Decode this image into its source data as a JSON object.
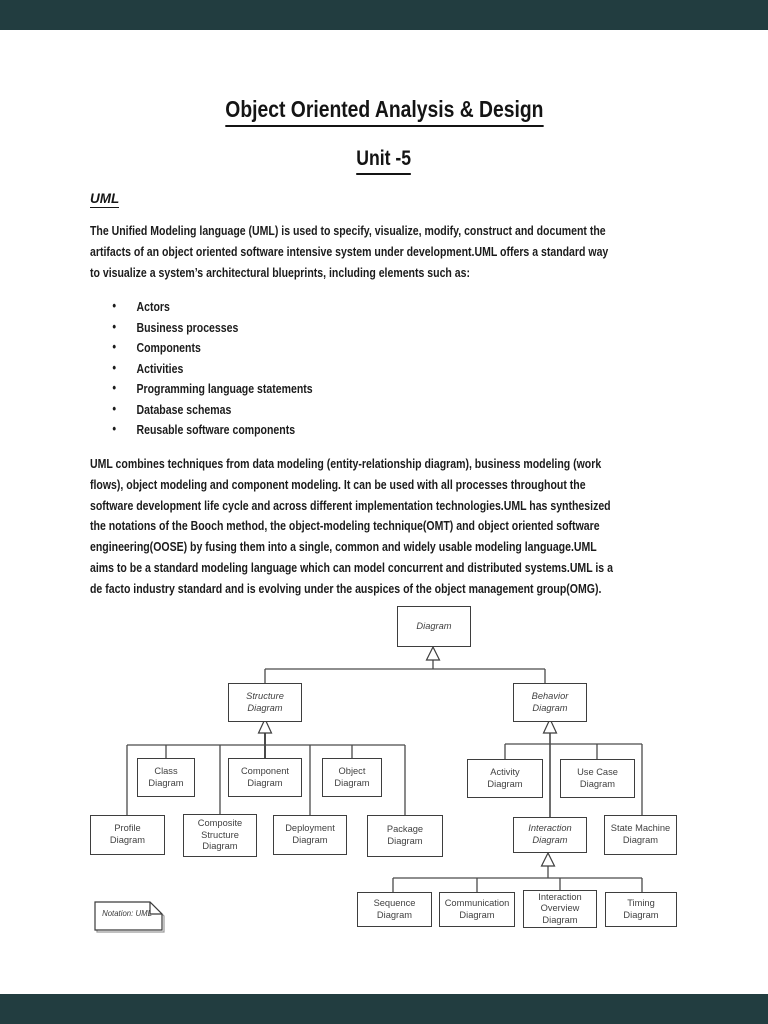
{
  "page": {
    "title": "Object Oriented Analysis & Design",
    "subtitle": "Unit -5"
  },
  "section": {
    "heading": "UML",
    "para1_lines": [
      "The Unified Modeling language (UML) is used to specify, visualize, modify, construct and document the",
      "artifacts of an object oriented software intensive system under development.UML offers a standard way",
      "to visualize a system’s architectural blueprints, including elements such as:"
    ],
    "bullet_glyph": "•",
    "bullets": [
      "Actors",
      "Business processes",
      "Components",
      "Activities",
      "Programming language statements",
      "Database schemas",
      "Reusable software components"
    ],
    "para2_lines": [
      "UML combines techniques from data modeling (entity-relationship diagram), business modeling (work",
      "flows), object modeling and component modeling. It can be used with all processes throughout the",
      "software development life cycle and across different implementation technologies.UML has synthesized",
      "the notations of the Booch method, the object-modeling technique(OMT) and object oriented software",
      "engineering(OOSE) by fusing them into a single, common and widely usable modeling language.UML",
      "aims to be a standard modeling language which can model concurrent and distributed systems.UML is a",
      "de facto industry standard and is evolving under the auspices of the object management group(OMG)."
    ]
  },
  "diagram": {
    "nodes": {
      "root": "Diagram",
      "structure": "Structure\nDiagram",
      "behavior": "Behavior\nDiagram",
      "class": "Class\nDiagram",
      "component": "Component\nDiagram",
      "object": "Object\nDiagram",
      "profile": "Profile\nDiagram",
      "composite": "Composite\nStructure\nDiagram",
      "deployment": "Deployment\nDiagram",
      "package": "Package\nDiagram",
      "activity": "Activity\nDiagram",
      "usecase": "Use Case\nDiagram",
      "interaction": "Interaction\nDiagram",
      "statemachine": "State Machine\nDiagram",
      "sequence": "Sequence\nDiagram",
      "communication": "Communication\nDiagram",
      "interactionoverview": "Interaction\nOverview\nDiagram",
      "timing": "Timing\nDiagram"
    },
    "note": "Notation: UML"
  },
  "colors": {
    "letterbox": "#223d40",
    "line": "#4a4a4a",
    "label": "#414141",
    "body_text": "#1c1c1c"
  }
}
